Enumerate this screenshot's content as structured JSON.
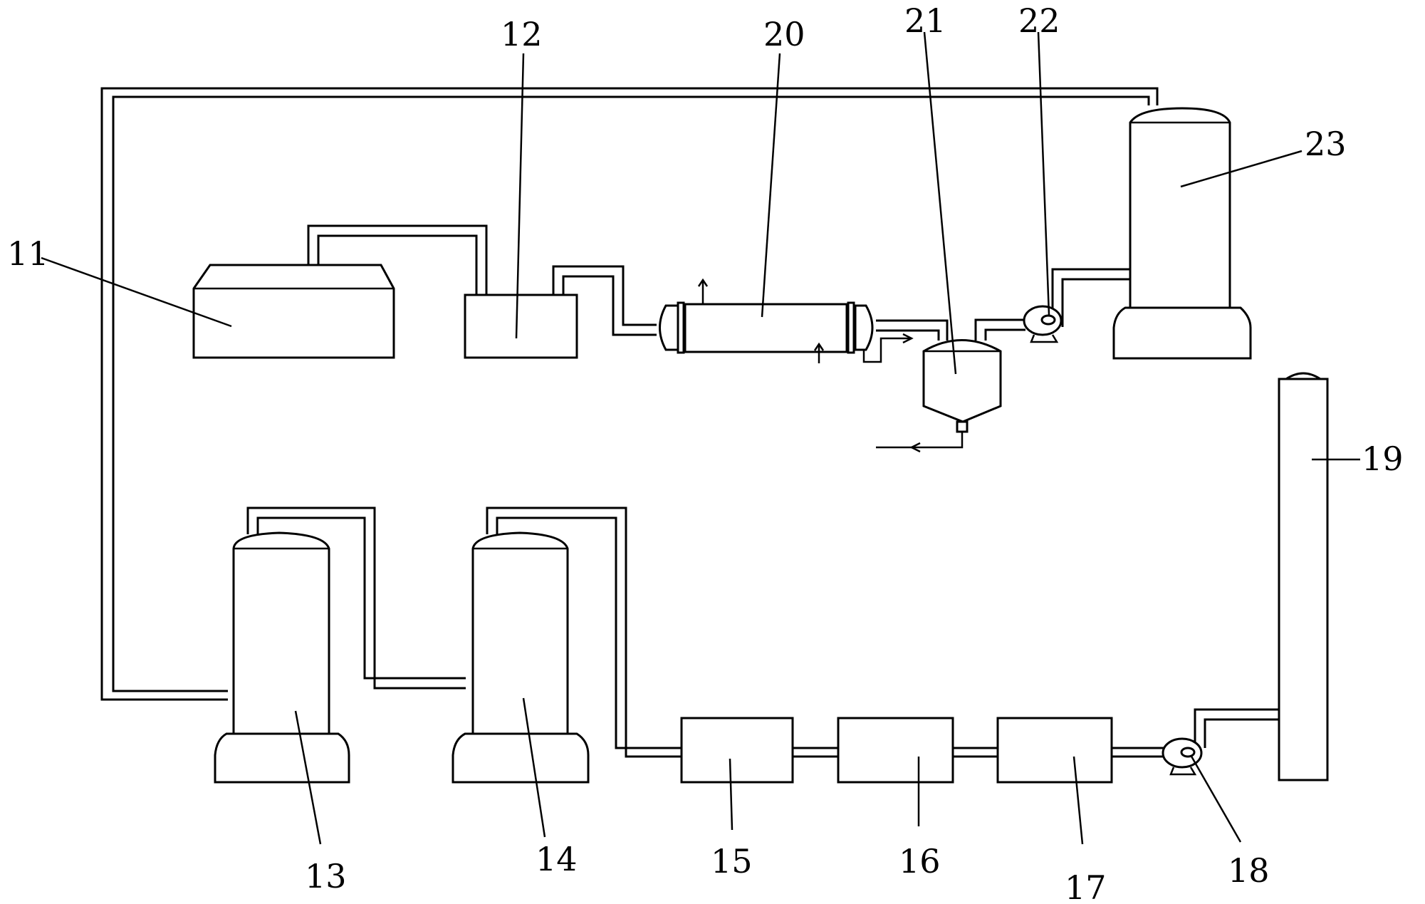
{
  "labels": {
    "l11": "11",
    "l12": "12",
    "l13": "13",
    "l14": "14",
    "l15": "15",
    "l16": "16",
    "l17": "17",
    "l18": "18",
    "l19": "19",
    "l20": "20",
    "l21": "21",
    "l22": "22",
    "l23": "23"
  }
}
